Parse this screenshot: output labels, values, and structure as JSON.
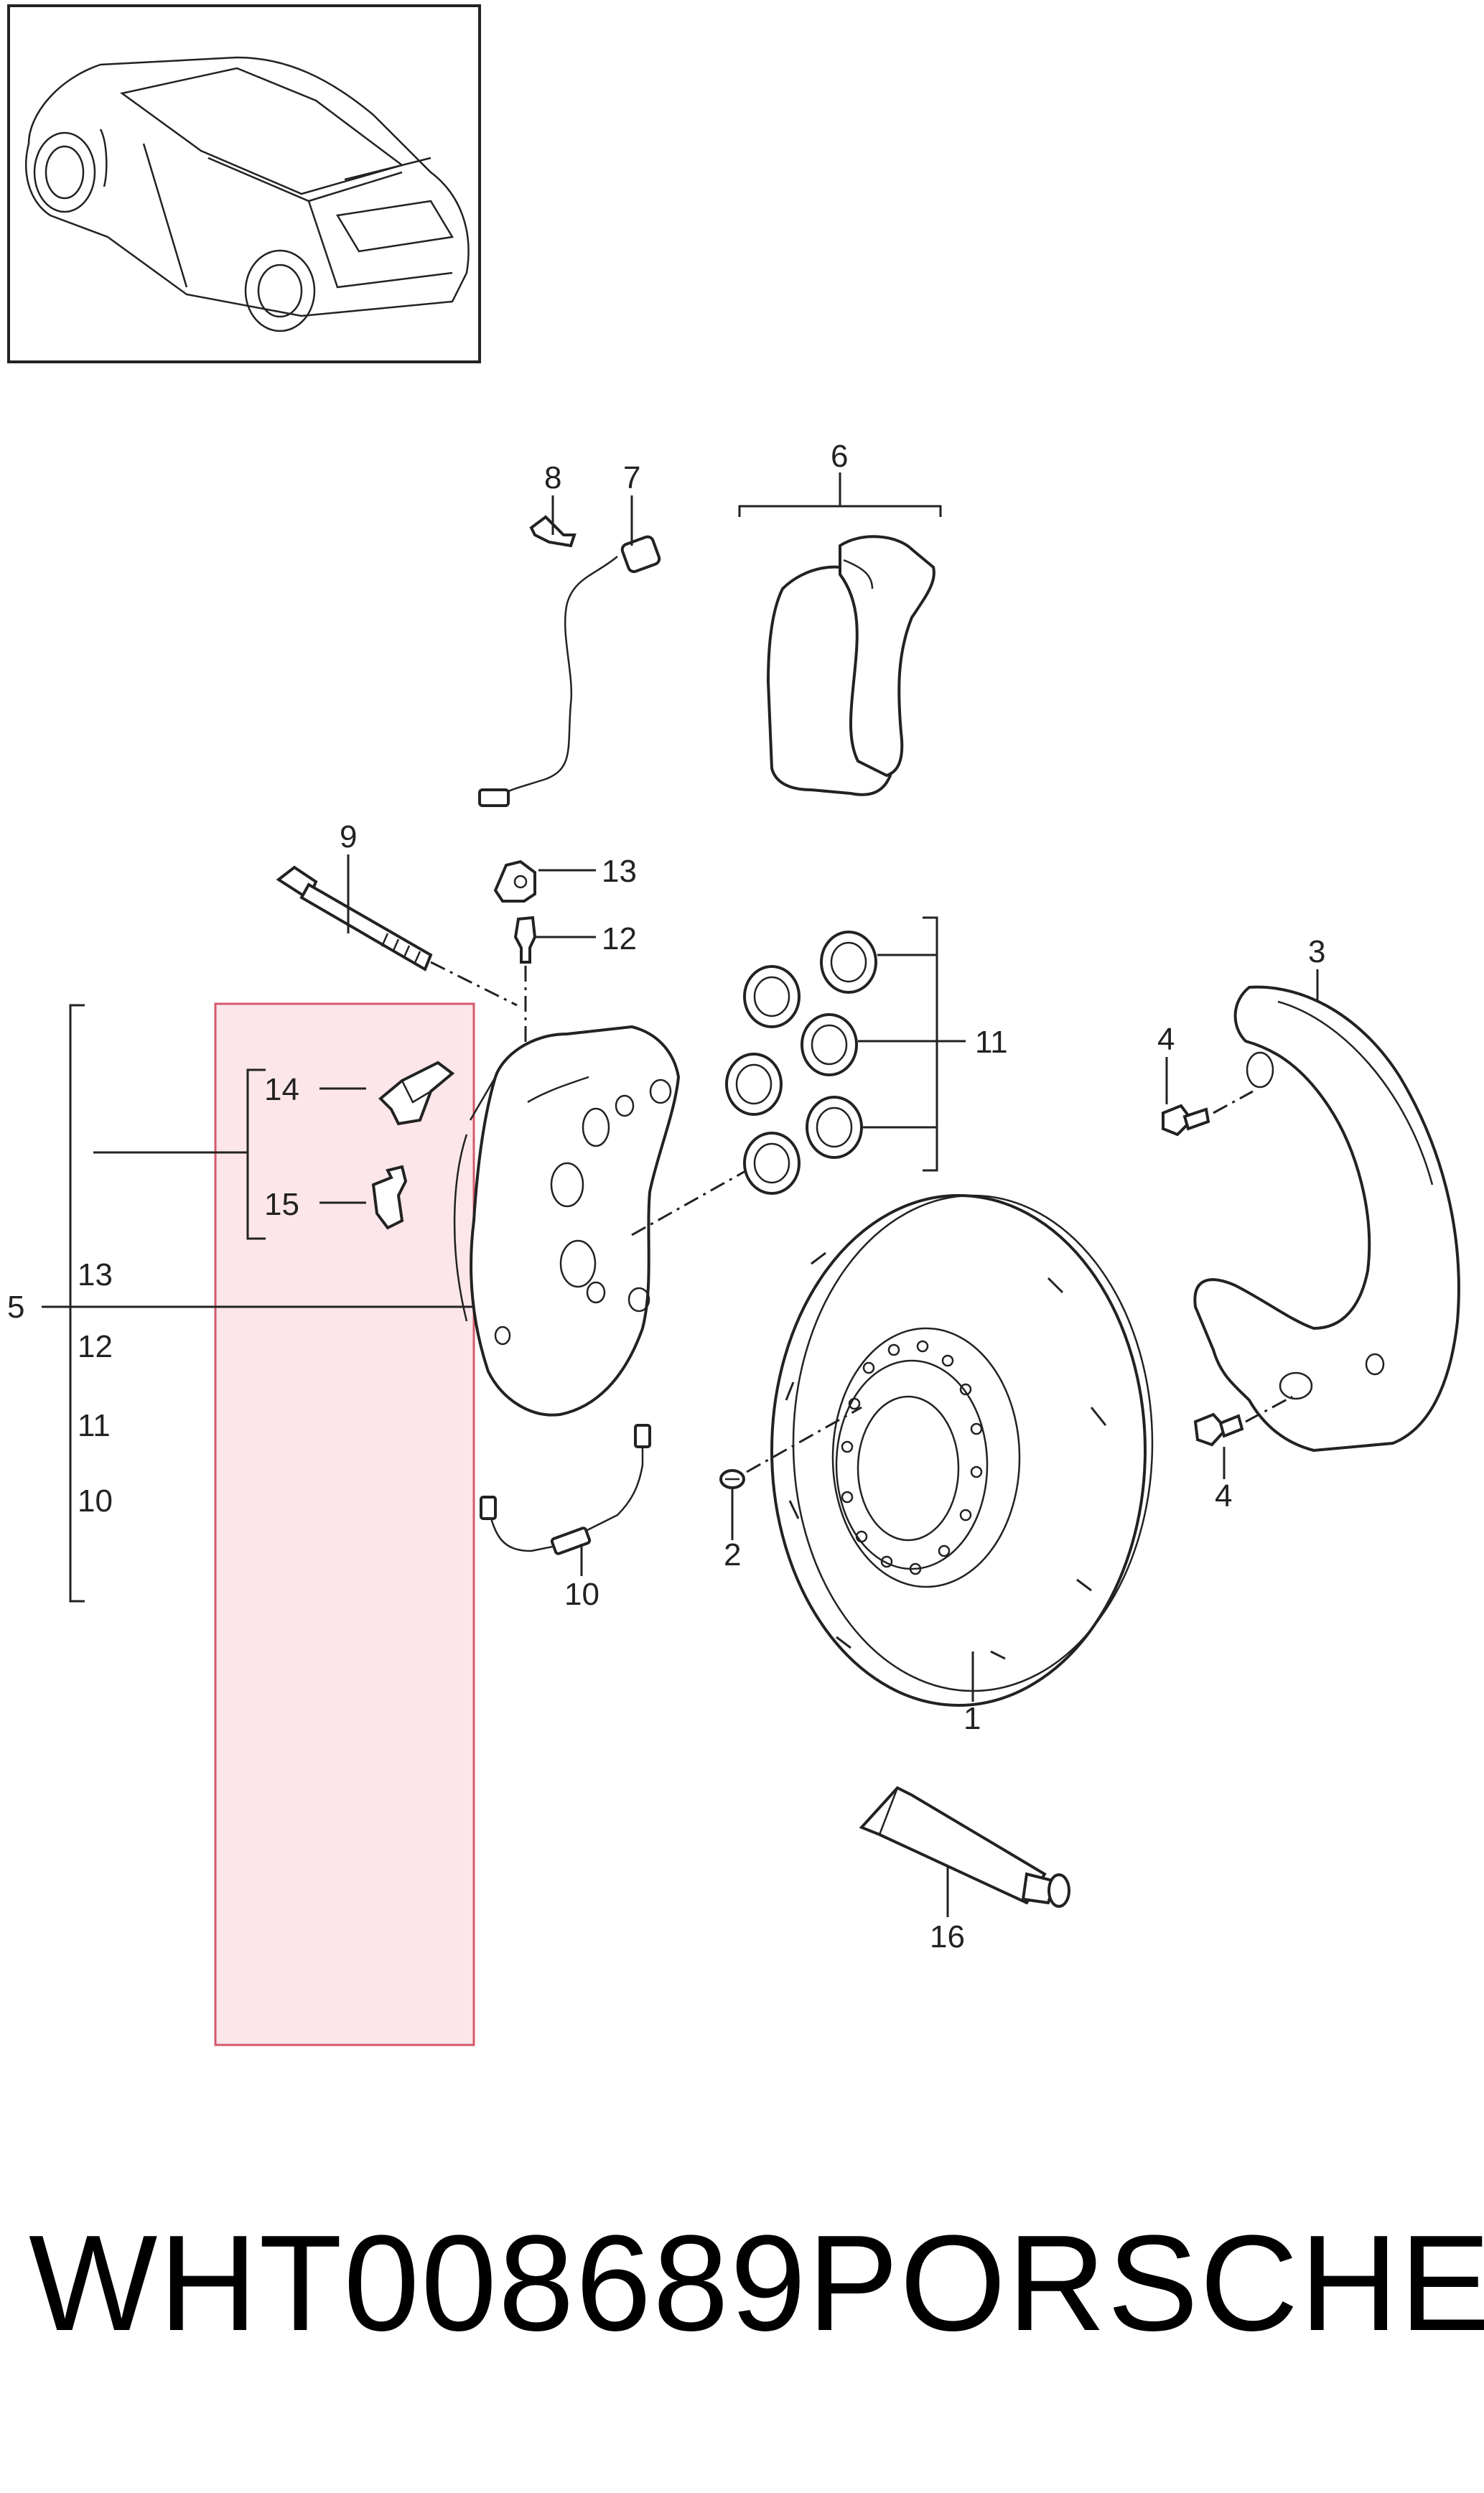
{
  "callouts": {
    "c1": "1",
    "c2": "2",
    "c3": "3",
    "c4a": "4",
    "c4b": "4",
    "c5": "5",
    "c6": "6",
    "c7": "7",
    "c8": "8",
    "c9": "9",
    "c10": "10",
    "c11": "11",
    "c12": "12",
    "c13": "13",
    "c14": "14",
    "c15": "15",
    "c16": "16"
  },
  "kit_list": [
    "13",
    "12",
    "11",
    "10"
  ],
  "highlight": {
    "color": "#fce6ea",
    "border": "#d45a6a"
  },
  "footer": {
    "part_number": "WHT008689",
    "brand": "PORSCHE"
  }
}
